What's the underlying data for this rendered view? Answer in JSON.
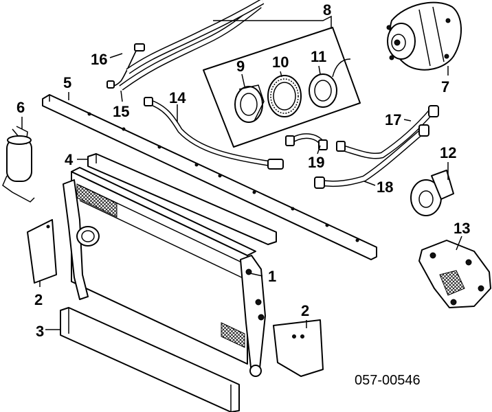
{
  "callouts": {
    "c1": "1",
    "c2a": "2",
    "c2b": "2",
    "c3": "3",
    "c4": "4",
    "c5": "5",
    "c6": "6",
    "c7": "7",
    "c8": "8",
    "c9": "9",
    "c10": "10",
    "c11": "11",
    "c12": "12",
    "c13": "13",
    "c14": "14",
    "c15": "15",
    "c16": "16",
    "c17": "17",
    "c18": "18",
    "c19": "19"
  },
  "diagram_code": "057-00546"
}
